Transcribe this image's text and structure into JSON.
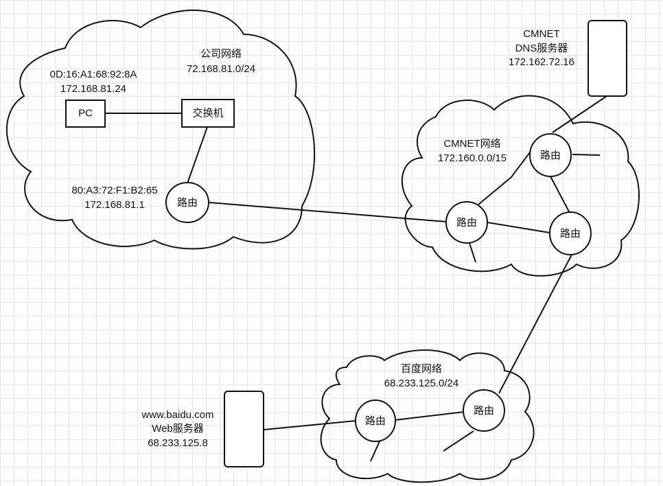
{
  "company_network": {
    "name": "公司网络",
    "subnet": "72.168.81.0/24",
    "pc": {
      "label": "PC",
      "mac": "0D:16:A1:68:92:8A",
      "ip": "172.168.81.24"
    },
    "switch_label": "交换机",
    "router": {
      "label": "路由",
      "mac": "80:A3:72:F1:B2:65",
      "ip": "172.168.81.1"
    }
  },
  "cmnet_network": {
    "name": "CMNET网络",
    "subnet": "172.160.0.0/15",
    "routers": [
      "路由",
      "路由",
      "路由"
    ],
    "dns_server": {
      "line1": "CMNET",
      "line2": "DNS服务器",
      "ip": "172.162.72.16"
    }
  },
  "baidu_network": {
    "name": "百度网络",
    "subnet": "68.233.125.0/24",
    "routers": [
      "路由",
      "路由"
    ],
    "web_server": {
      "domain": "www.baidu.com",
      "label": "Web服务器",
      "ip": "68.233.125.8"
    }
  }
}
